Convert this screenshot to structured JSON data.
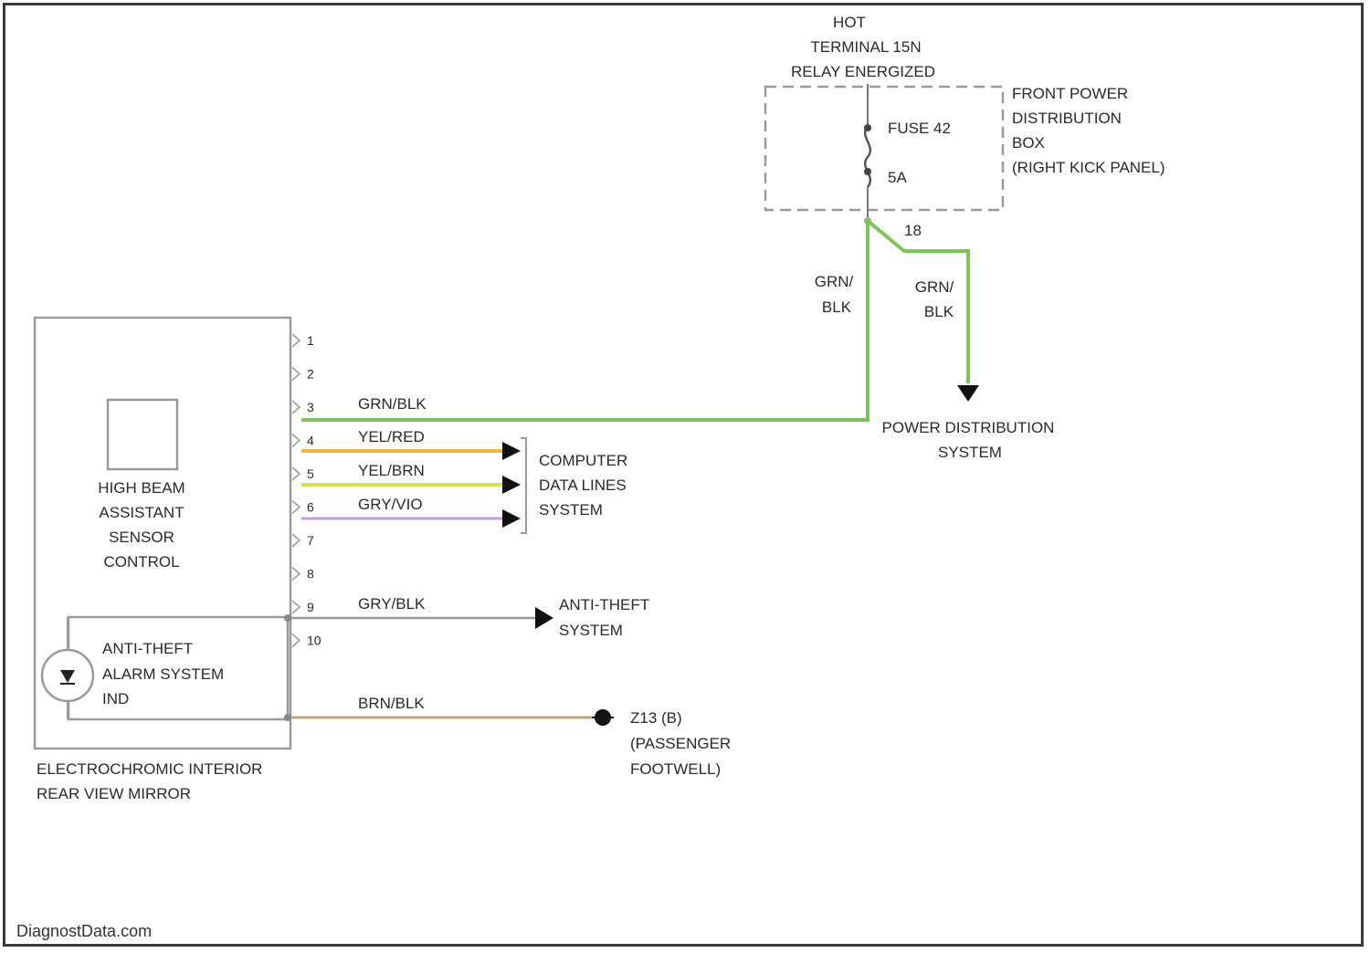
{
  "colors": {
    "grn_blk": "#7dc55a",
    "yel_red": "#f2b544",
    "yel_brn": "#dede4a",
    "gry_vio": "#c79be0",
    "gry_blk": "#9a9a9a",
    "brn_blk": "#b8a878",
    "outline": "#9a9a9a",
    "text": "#2a2a2a"
  },
  "hot": {
    "line1": "HOT",
    "line2": "TERMINAL 15N",
    "line3": "RELAY ENERGIZED"
  },
  "fuse": {
    "name": "FUSE 42",
    "rating": "5A",
    "pin": "18"
  },
  "front_box": {
    "line1": "FRONT POWER",
    "line2": "DISTRIBUTION",
    "line3": "BOX",
    "line4": "(RIGHT KICK PANEL)"
  },
  "vertical_wires": {
    "left_a": "GRN/",
    "left_b": "BLK",
    "right_a": "GRN/",
    "right_b": "BLK"
  },
  "power_dist": {
    "line1": "POWER DISTRIBUTION",
    "line2": "SYSTEM"
  },
  "module": {
    "line1": "HIGH BEAM",
    "line2": "ASSISTANT",
    "line3": "SENSOR",
    "line4": "CONTROL"
  },
  "anti_theft_led": {
    "line1": "ANTI-THEFT",
    "line2": "ALARM SYSTEM",
    "line3": "IND"
  },
  "component": {
    "line1": "ELECTROCHROMIC INTERIOR",
    "line2": "REAR VIEW MIRROR"
  },
  "pins": [
    "1",
    "2",
    "3",
    "4",
    "5",
    "6",
    "7",
    "8",
    "9",
    "10"
  ],
  "wires": {
    "w3": "GRN/BLK",
    "w4": "YEL/RED",
    "w5": "YEL/BRN",
    "w6": "GRY/VIO",
    "w9": "GRY/BLK",
    "w10": "BRN/BLK"
  },
  "computer": {
    "line1": "COMPUTER",
    "line2": "DATA LINES",
    "line3": "SYSTEM"
  },
  "anti_theft_system": {
    "line1": "ANTI-THEFT",
    "line2": "SYSTEM"
  },
  "ground": {
    "line1": "Z13 (B)",
    "line2": "(PASSENGER",
    "line3": "FOOTWELL)"
  },
  "watermark": "DiagnostData.com"
}
